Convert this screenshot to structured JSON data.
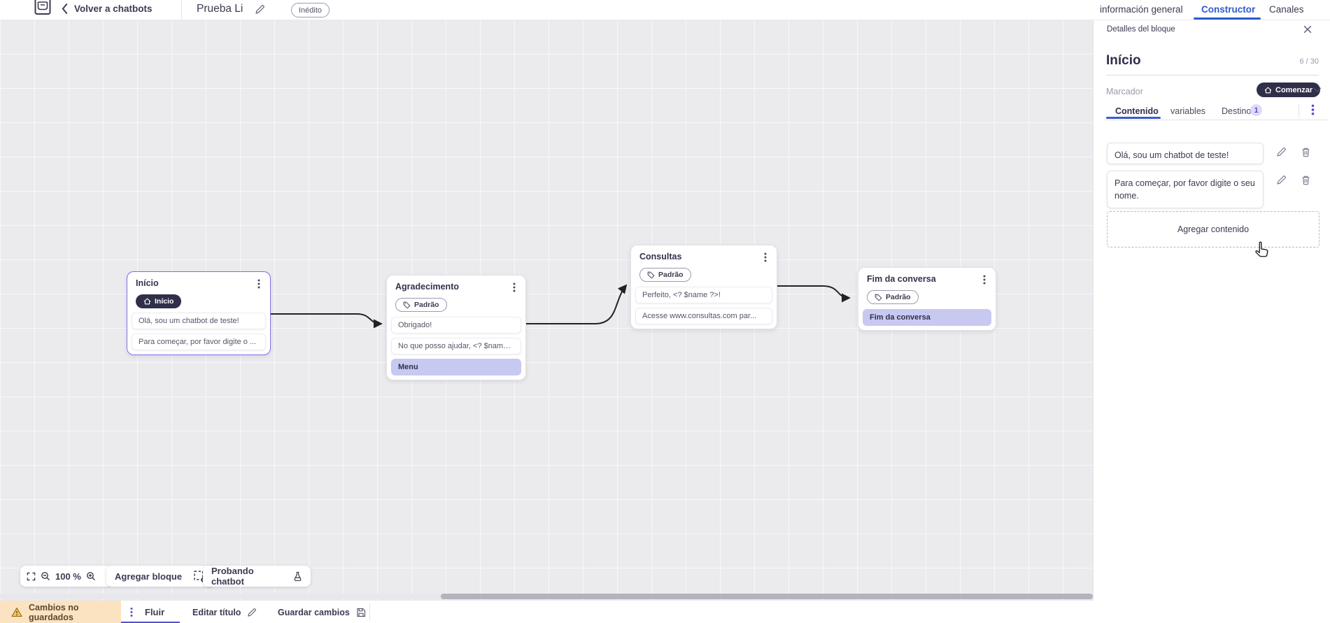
{
  "header": {
    "back_label": "Volver a chatbots",
    "title": "Prueba Li",
    "status_badge": "Inédito",
    "tabs": [
      {
        "label": "información general"
      },
      {
        "label": "Constructor"
      },
      {
        "label": "Canales"
      }
    ]
  },
  "panel": {
    "title": "Detalles del bloque",
    "block_name": "Início",
    "counter": "6 / 30",
    "marker_label": "Marcador",
    "marker_value": "Comenzar",
    "tabs": [
      {
        "label": "Contenido"
      },
      {
        "label": "variables"
      },
      {
        "label": "Destino",
        "badge": "1"
      }
    ],
    "messages": [
      {
        "text": "Olá, sou um chatbot de teste!"
      },
      {
        "text": "Para começar, por favor digite o seu nome."
      }
    ],
    "add_content_label": "Agregar contenido"
  },
  "canvas": {
    "blocks": [
      {
        "title": "Início",
        "badge": "Início",
        "rows": [
          {
            "text": "Olá, sou um chatbot de teste!"
          },
          {
            "text": "Para começar, por favor digite o ..."
          }
        ]
      },
      {
        "title": "Agradecimento",
        "badge": "Padrão",
        "rows": [
          {
            "text": "Obrigado!"
          },
          {
            "text": "No que posso ajudar, <? $name ..."
          },
          {
            "text": "Menu"
          }
        ]
      },
      {
        "title": "Consultas",
        "badge": "Padrão",
        "rows": [
          {
            "text": "Perfeito, <? $name ?>!"
          },
          {
            "text": "Acesse www.consultas.com par..."
          }
        ]
      },
      {
        "title": "Fim da conversa",
        "badge": "Padrão",
        "rows": [
          {
            "text": "Fim da conversa"
          }
        ]
      }
    ]
  },
  "toolbar": {
    "zoom_level": "100 %",
    "add_block_label": "Agregar bloque",
    "test_label": "Probando chatbot"
  },
  "statusbar": {
    "warning": "Cambios no guardados",
    "flow_tab": "Fluir",
    "edit_title_label": "Editar título",
    "save_label": "Guardar cambios"
  },
  "icons": {
    "marker_icon": "home-icon",
    "default_badge_icon": "tag-icon",
    "test_icon": "flask-icon",
    "warning_icon": "warning-triangle-icon"
  },
  "colors": {
    "accent_blue": "#2e5bd0",
    "accent_purple": "#5b51c9",
    "dark_pill": "#2f2f4a",
    "lavender_row": "#c7c9f1",
    "warning_bg": "#fbe3c2",
    "selected_block_border": "#7e71e8"
  }
}
